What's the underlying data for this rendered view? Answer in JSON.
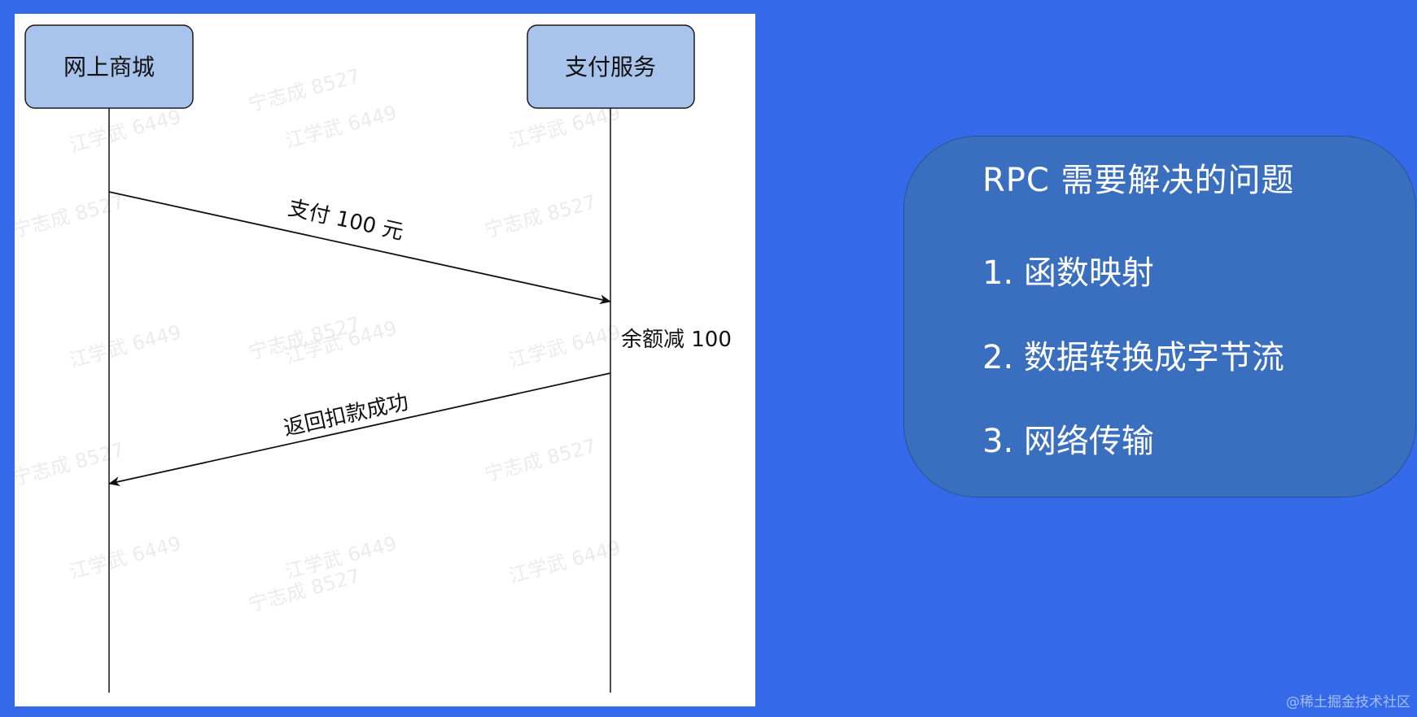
{
  "diagram": {
    "actors": [
      {
        "id": "mall",
        "label": "网上商城"
      },
      {
        "id": "payment",
        "label": "支付服务"
      }
    ],
    "messages": [
      {
        "id": "pay",
        "label": "支付 100 元",
        "from": "mall",
        "to": "payment"
      },
      {
        "id": "deduct",
        "label": "余额减 100"
      },
      {
        "id": "return",
        "label": "返回扣款成功",
        "from": "payment",
        "to": "mall"
      }
    ],
    "watermarks": {
      "a": "宁志成 8527",
      "b": "江学武 6449"
    }
  },
  "card": {
    "title": "RPC 需要解决的问题",
    "items": [
      {
        "label": "1. 函数映射"
      },
      {
        "label": "2. 数据转换成字节流"
      },
      {
        "label": "3. 网络传输"
      }
    ]
  },
  "footer": {
    "watermark": "@稀土掘金技术社区"
  },
  "colors": {
    "background": "#346aea",
    "actor_fill": "#a9c4ec",
    "card_fill": "#3a6fbf"
  }
}
